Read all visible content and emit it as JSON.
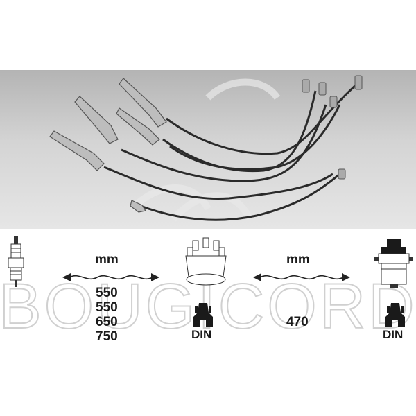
{
  "brand": "BOUGICORD",
  "left_unit": "mm",
  "left_lengths": [
    "550",
    "550",
    "650",
    "750"
  ],
  "right_unit": "mm",
  "right_length": "470",
  "left_connector": "DIN",
  "right_connector": "DIN",
  "colors": {
    "cable": "#2a2a2a",
    "text": "#1a1a1a",
    "watermark": "#d0d0d0"
  }
}
